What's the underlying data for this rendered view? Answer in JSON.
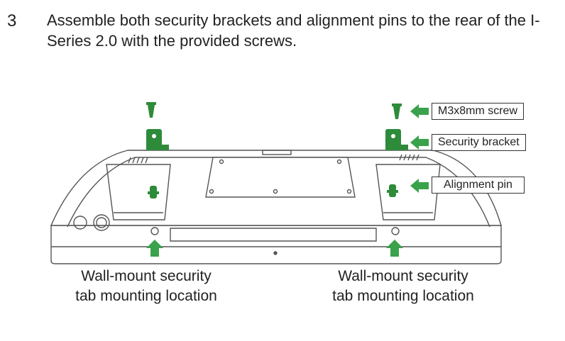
{
  "step": {
    "number": "3",
    "instruction": "Assemble both security brackets and alignment pins to the rear of the I-Series 2.0 with the provided screws."
  },
  "callouts": {
    "screw": "M3x8mm screw",
    "bracket": "Security bracket",
    "pin": "Alignment pin"
  },
  "locations": {
    "left": [
      "Wall-mount security",
      "tab mounting location"
    ],
    "right": [
      "Wall-mount security",
      "tab mounting location"
    ]
  },
  "colors": {
    "accent": "#3aa24a",
    "part": "#2e8b3a",
    "outline": "#555555"
  }
}
